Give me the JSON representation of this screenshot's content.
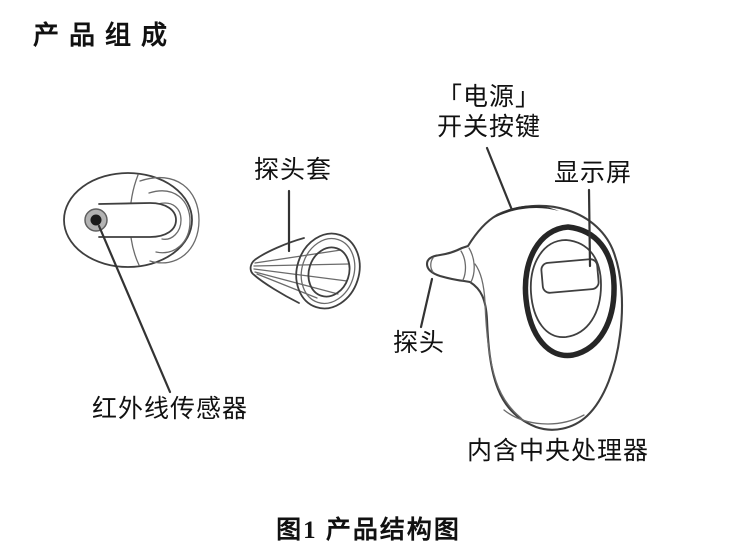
{
  "colors": {
    "paper": "#ffffff",
    "ink": "#111111",
    "line": "#3f3f3f"
  },
  "title": "产品组成",
  "figure": {
    "caption": "图1 产品结构图",
    "callouts": {
      "power_button_line1": "「电源」",
      "power_button_line2": "开关按键",
      "display": "显示屏",
      "probe_cover": "探头套",
      "probe": "探头",
      "ir_sensor": "红外线传感器",
      "cpu": "内含中央处理器"
    }
  }
}
